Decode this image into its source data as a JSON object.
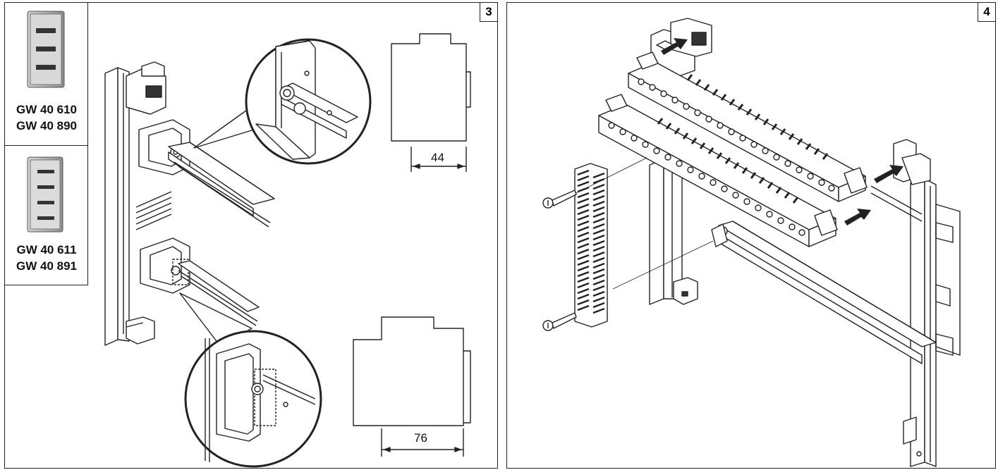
{
  "panel3": {
    "step_number": "3",
    "products": [
      {
        "codes": [
          "GW 40 610",
          "GW 40 890"
        ]
      },
      {
        "codes": [
          "GW 40 611",
          "GW 40 891"
        ]
      }
    ],
    "dimensions": {
      "top_module_width": "44",
      "bottom_module_width": "76"
    }
  },
  "panel4": {
    "step_number": "4"
  },
  "colors": {
    "line": "#222222",
    "fill": "#ffffff",
    "shade": "#bdbdbd",
    "dark": "#333333"
  }
}
